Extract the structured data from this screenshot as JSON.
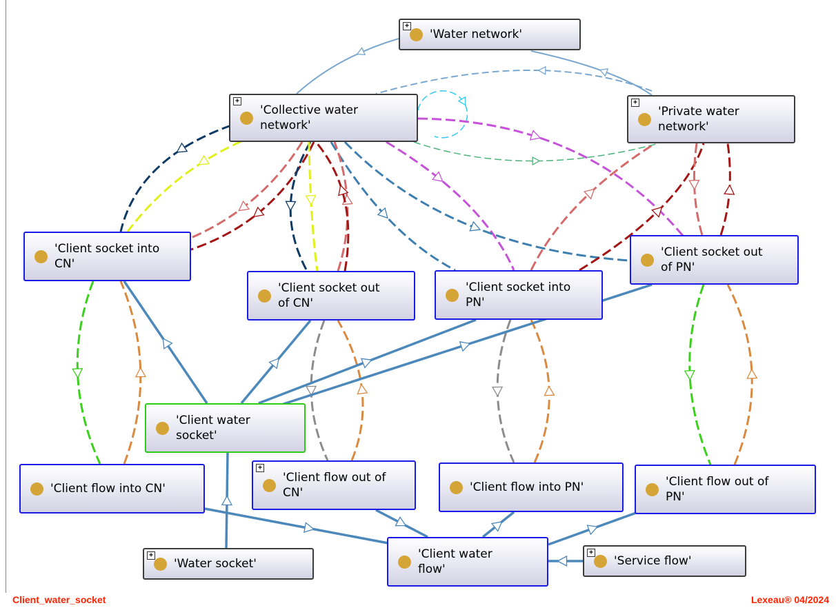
{
  "nodes": {
    "water_network": "'Water network'",
    "collective_water_network": "'Collective water network'",
    "private_water_network": "'Private water network'",
    "client_socket_into_cn": "'Client socket into CN'",
    "client_socket_out_of_cn": "'Client socket out of CN'",
    "client_socket_into_pn": "'Client socket into PN'",
    "client_socket_out_of_pn": "'Client socket out of PN'",
    "client_water_socket": "'Client water socket'",
    "client_flow_into_cn": "'Client flow into CN'",
    "client_flow_out_of_cn": "'Client flow out of CN'",
    "client_flow_into_pn": "'Client flow into PN'",
    "client_flow_out_of_pn": "'Client flow out of PN'",
    "water_socket": "'Water socket'",
    "client_water_flow": "'Client water flow'",
    "service_flow": "'Service flow'"
  },
  "footer": {
    "diagram_name": "Client_water_socket",
    "copyright": "Lexeau® 04/2024"
  },
  "colors": {
    "inheritance": "#4d88bb",
    "pale_blue": "#7aa7cf",
    "dark_navy": "#0e3a66",
    "yellow_green": "#dff01a",
    "salmon": "#d46a6a",
    "dark_red": "#a31515",
    "steel_blue": "#3e7fb0",
    "purple": "#c552d8",
    "mint": "#4db37a",
    "cyan": "#33c9f0",
    "green": "#3cd01e",
    "orange": "#d98a40",
    "gray": "#8c8c8c",
    "footer_red": "#ff2200",
    "dot_gold": "#d4a437"
  }
}
